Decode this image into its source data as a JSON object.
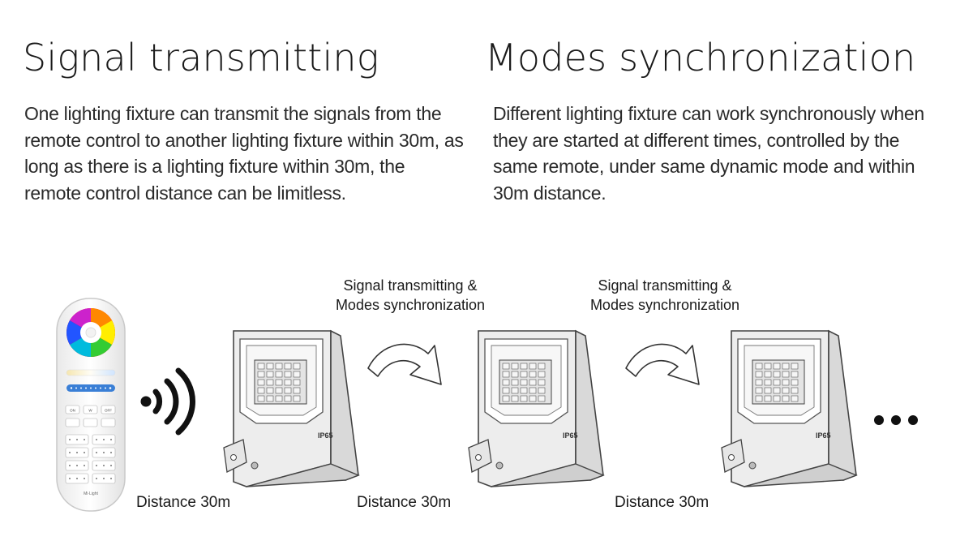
{
  "left": {
    "heading": "Signal transmitting",
    "paragraph": "One lighting fixture can transmit the signals from the remote control to another lighting fixture within 30m, as long as there is a lighting fixture within 30m, the remote control distance can be limitless."
  },
  "right": {
    "heading": "Modes synchronization",
    "paragraph": "Different lighting fixture can work synchronously when they are started at different times, controlled by the same remote, under same dynamic mode and within 30m distance."
  },
  "diagram": {
    "captions": [
      {
        "line1": "Signal transmitting &",
        "line2": "Modes synchronization"
      },
      {
        "line1": "Signal transmitting &",
        "line2": "Modes synchronization"
      }
    ],
    "distances": [
      "Distance 30m",
      "Distance 30m",
      "Distance 30m"
    ],
    "fixture_badge": "IP65",
    "remote_brand": "Mi·Light",
    "remote_buttons": [
      "ON",
      "W",
      "OFF"
    ],
    "icons": [
      "remote-control-icon",
      "wireless-signal-icon",
      "floodlight-icon",
      "curved-arrow-icon",
      "ellipsis-icon"
    ]
  }
}
